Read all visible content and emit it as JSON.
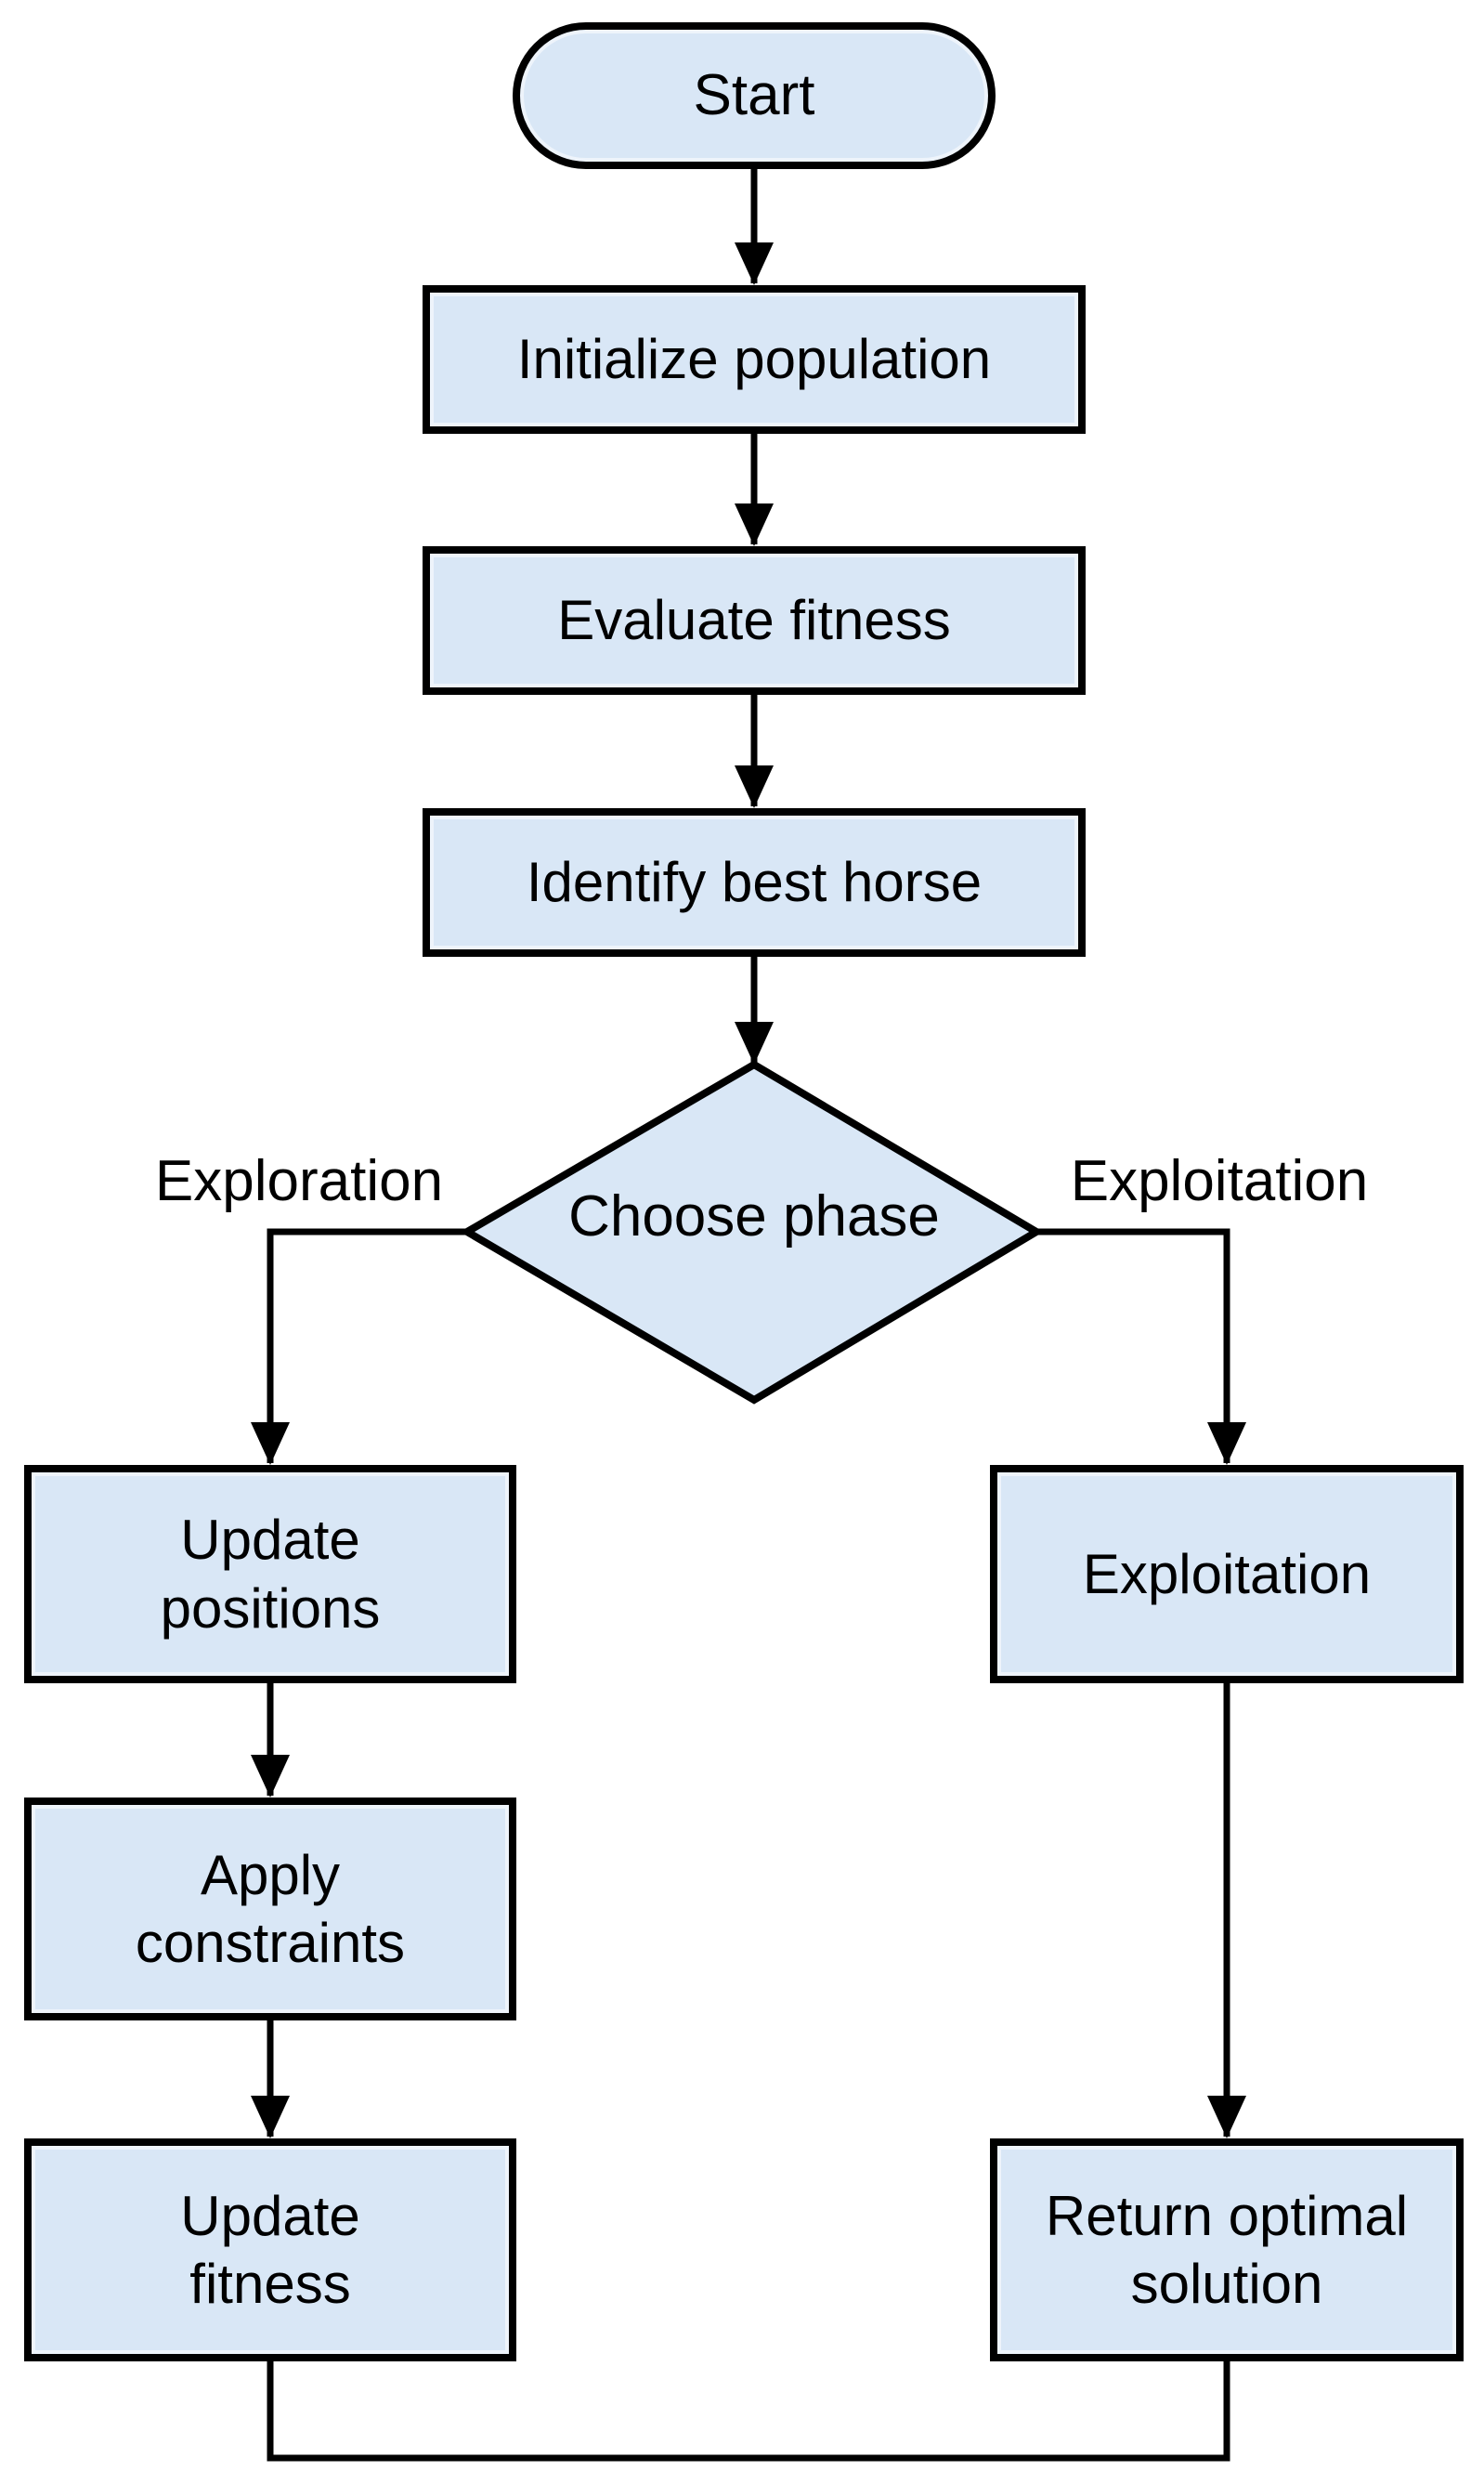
{
  "colors": {
    "background": "#ffffff",
    "node-fill": "#d9e7f6",
    "node-border": "#000000",
    "line": "#000000",
    "text": "#000000"
  },
  "diagram": {
    "nodes": {
      "start": {
        "label": "Start"
      },
      "initialize": {
        "label": "Initialize population"
      },
      "evaluate": {
        "label": "Evaluate fitness"
      },
      "identify": {
        "label": "Identify best horse"
      },
      "choose_phase": {
        "label": "Choose phase"
      },
      "update_positions": {
        "line1": "Update",
        "line2": "positions"
      },
      "exploitation_box": {
        "label": "Exploitation"
      },
      "apply_constraints": {
        "line1": "Apply",
        "line2": "constraints"
      },
      "update_fitness": {
        "line1": "Update",
        "line2": "fitness"
      },
      "return_optimal": {
        "line1": "Return optimal",
        "line2": "solution"
      }
    },
    "branch_labels": {
      "left": "Exploration",
      "right": "Exploitation"
    }
  }
}
